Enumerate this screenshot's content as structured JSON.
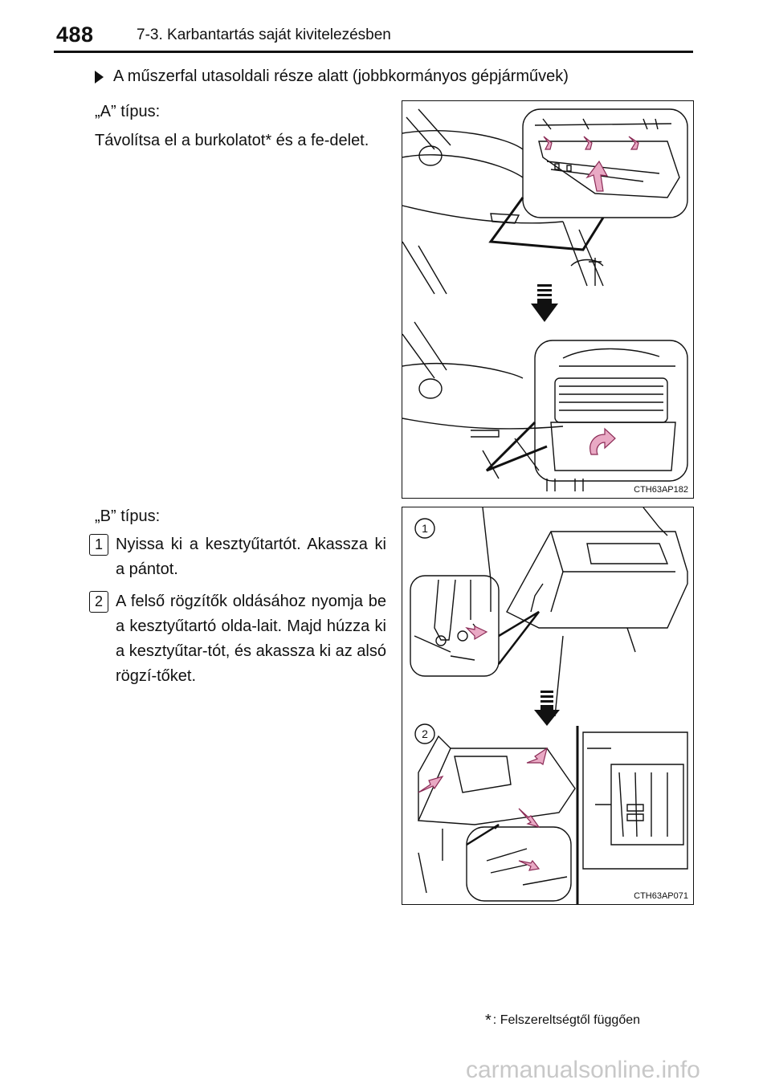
{
  "header": {
    "page_number": "488",
    "section_title": "7-3. Karbantartás saját kivitelezésben"
  },
  "intro": {
    "bullet_text": "A műszerfal utasoldali része alatt (jobbkormányos gépjárművek)"
  },
  "type_a": {
    "label": "„A” típus:",
    "body": "Távolítsa el a burkolatot* és a fe-delet."
  },
  "type_b": {
    "label": "„B” típus:",
    "steps": [
      {
        "num": "1",
        "text": "Nyissa ki a kesztyűtartót. Akassza ki a pántot."
      },
      {
        "num": "2",
        "text": "A felső rögzítők oldásához nyomja be a kesztyűtartó olda-lait. Majd húzza ki a kesztyűtar-tót, és akassza ki az alsó rögzí-tőket."
      }
    ]
  },
  "figures": {
    "fig_a_code": "CTH63AP182",
    "fig_b_code": "CTH63AP071",
    "fig_b_label_1": "1",
    "fig_b_label_2": "2"
  },
  "footnote": {
    "marker": "*",
    "text": ": Felszereltségtől függően"
  },
  "watermark": {
    "text": "carmanualsonline.info"
  },
  "colors": {
    "arrow_pink": "#e9a9c4",
    "arrow_outline": "#8a2a55",
    "line": "#111111"
  }
}
